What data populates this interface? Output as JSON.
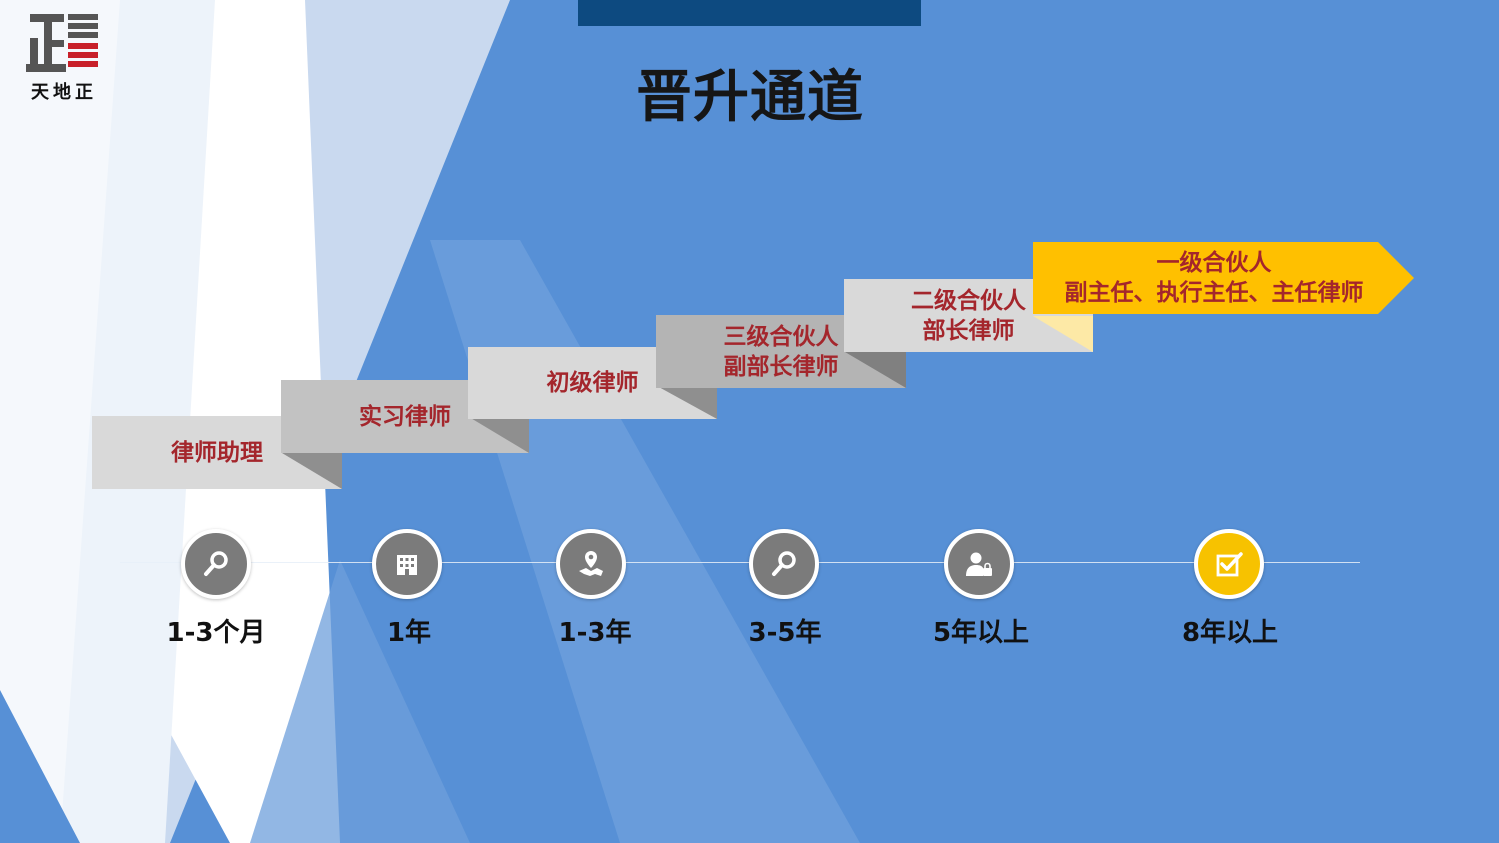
{
  "title": "晋升通道",
  "logo": {
    "name": "天地正",
    "glyph": "正"
  },
  "steps": [
    {
      "lines": [
        "律师助理"
      ]
    },
    {
      "lines": [
        "实习律师"
      ]
    },
    {
      "lines": [
        "初级律师"
      ]
    },
    {
      "lines": [
        "三级合伙人",
        "副部长律师"
      ]
    },
    {
      "lines": [
        "二级合伙人",
        "部长律师"
      ]
    },
    {
      "lines": [
        "一级合伙人",
        "副主任、执行主任、主任律师"
      ]
    }
  ],
  "timeline": [
    {
      "label": "1-3个月",
      "icon": "magnifier-icon"
    },
    {
      "label": "1年",
      "icon": "building-icon"
    },
    {
      "label": "1-3年",
      "icon": "map-pin-icon"
    },
    {
      "label": "3-5年",
      "icon": "magnifier-icon"
    },
    {
      "label": "5年以上",
      "icon": "user-lock-icon"
    },
    {
      "label": "8年以上",
      "icon": "checkbox-icon"
    }
  ],
  "colors": {
    "background": "#5790d6",
    "top_bar": "#0d4a80",
    "step_text": "#a4262c",
    "step_face": "#d9d9d9",
    "step_fold": "#8c8c8c",
    "highlight": "#ffc000",
    "node_gray": "#7b7b7b",
    "node_gold": "#f7c200"
  }
}
